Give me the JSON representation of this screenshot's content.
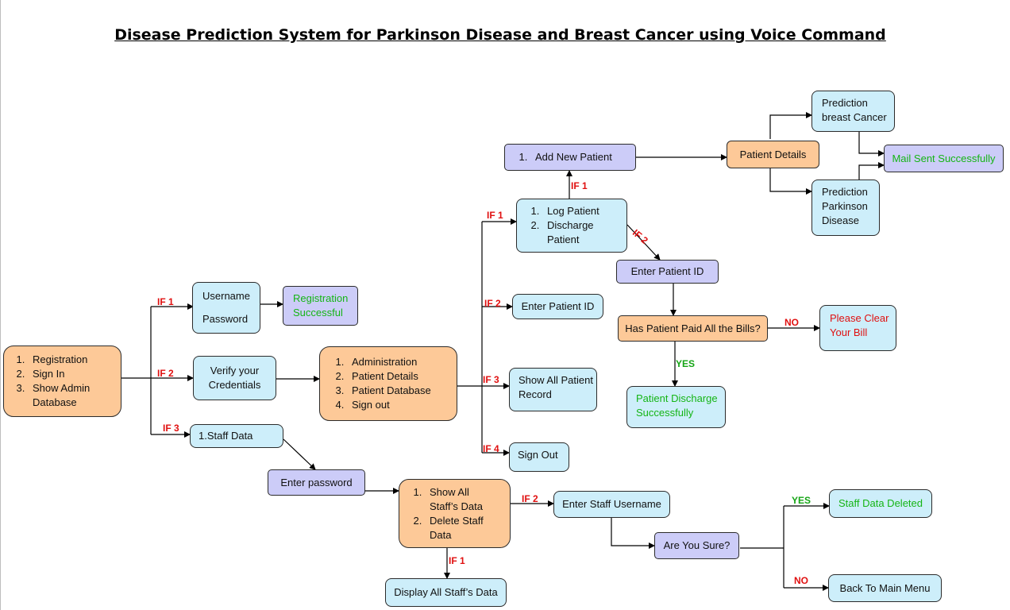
{
  "title": "Disease Prediction System for Parkinson Disease and Breast Cancer using Voice Command",
  "colors": {
    "blue_box": "#cdeefa",
    "orange_box": "#fdc998",
    "purple_box": "#ccccf8",
    "success_text": "#15b515",
    "warning_text": "#e01010"
  },
  "nodes": {
    "main_menu": [
      "Registration",
      "Sign In",
      "Show Admin Database"
    ],
    "username_line": "Username",
    "password_line": "Password",
    "registration_successful": "Registration Successful",
    "verify_credentials": "Verify your Credentials",
    "admin_menu": [
      "Administration",
      "Patient Details",
      "Patient Database",
      "Sign out"
    ],
    "staff_data": "1.Staff Data",
    "enter_password": "Enter password",
    "staff_menu": [
      "Show All Staff’s Data",
      "Delete Staff Data"
    ],
    "display_all_staff": "Display All Staff’s Data",
    "enter_staff_username": "Enter Staff Username",
    "are_you_sure": "Are You Sure?",
    "staff_data_deleted": "Staff Data Deleted",
    "back_to_main_menu": "Back To Main Menu",
    "patient_menu": [
      "Log Patient",
      "Discharge Patient"
    ],
    "enter_patient_id_if2": "Enter Patient ID",
    "show_all_patient_record": "Show All Patient Record",
    "sign_out": "Sign Out",
    "add_new_patient": [
      "Add New Patient"
    ],
    "patient_details": "Patient Details",
    "prediction_breast_cancer": "Prediction breast Cancer",
    "prediction_parkinson": "Prediction Parkinson Disease",
    "mail_sent": "Mail Sent Successfully",
    "enter_patient_id_discharge": "Enter Patient ID",
    "paid_bills_question": "Has Patient Paid All the Bills?",
    "please_clear_bill": "Please Clear Your Bill",
    "patient_discharge_success": "Patient Discharge Successfully"
  },
  "edge_labels": {
    "main_if1": "IF 1",
    "main_if2": "IF 2",
    "main_if3": "IF 3",
    "admin_if1": "IF 1",
    "admin_if2": "IF 2",
    "admin_if3": "IF 3",
    "admin_if4": "IF 4",
    "log_if1": "IF 1",
    "discharge_if2": "IF 2",
    "bills_no": "NO",
    "bills_yes": "YES",
    "staff_if1": "IF 1",
    "staff_if2": "IF 2",
    "delete_yes": "YES",
    "delete_no": "NO"
  }
}
